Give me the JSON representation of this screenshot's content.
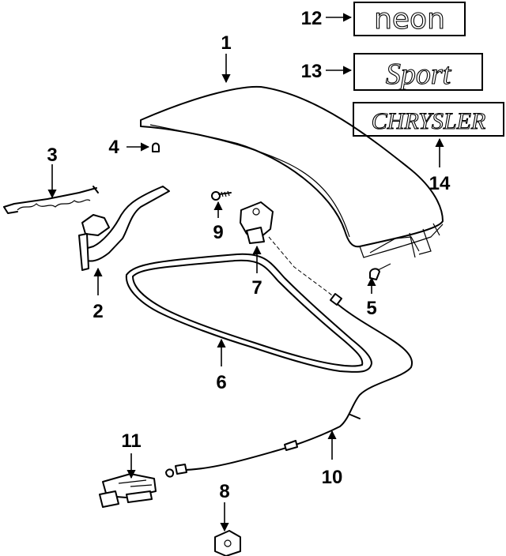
{
  "callouts": {
    "c1": "1",
    "c2": "2",
    "c3": "3",
    "c4": "4",
    "c5": "5",
    "c6": "6",
    "c7": "7",
    "c8": "8",
    "c9": "9",
    "c10": "10",
    "c11": "11",
    "c12": "12",
    "c13": "13",
    "c14": "14"
  },
  "emblems": {
    "neon": "neon",
    "sport": "Sport",
    "chrysler": "CHRYSLER"
  }
}
